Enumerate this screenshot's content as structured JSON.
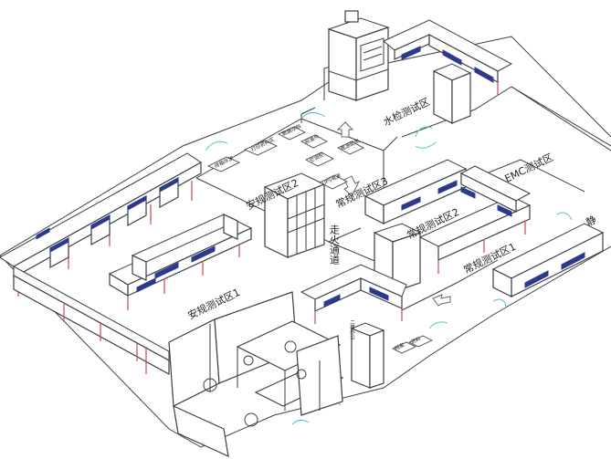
{
  "zones": {
    "water_test": "水检测试区",
    "emc": "EMC测试区",
    "regular_2": "常规测试区2",
    "regular_1": "常规测试区1",
    "regular_3": "常规测试区3",
    "safety_2": "安规测试区2",
    "safety_1": "安规测试区1",
    "static_partial": "静",
    "corridor": "走火通道",
    "office_vertical": "二楼办公"
  },
  "box_labels": {
    "b1": "排箱存放",
    "b2": "打印资料区",
    "b3": "数据存档",
    "b4": "电源配电",
    "b5": "标准件",
    "b6": "空调柜",
    "b7": "UPS电源",
    "b8": "档案",
    "b9": "资料"
  }
}
